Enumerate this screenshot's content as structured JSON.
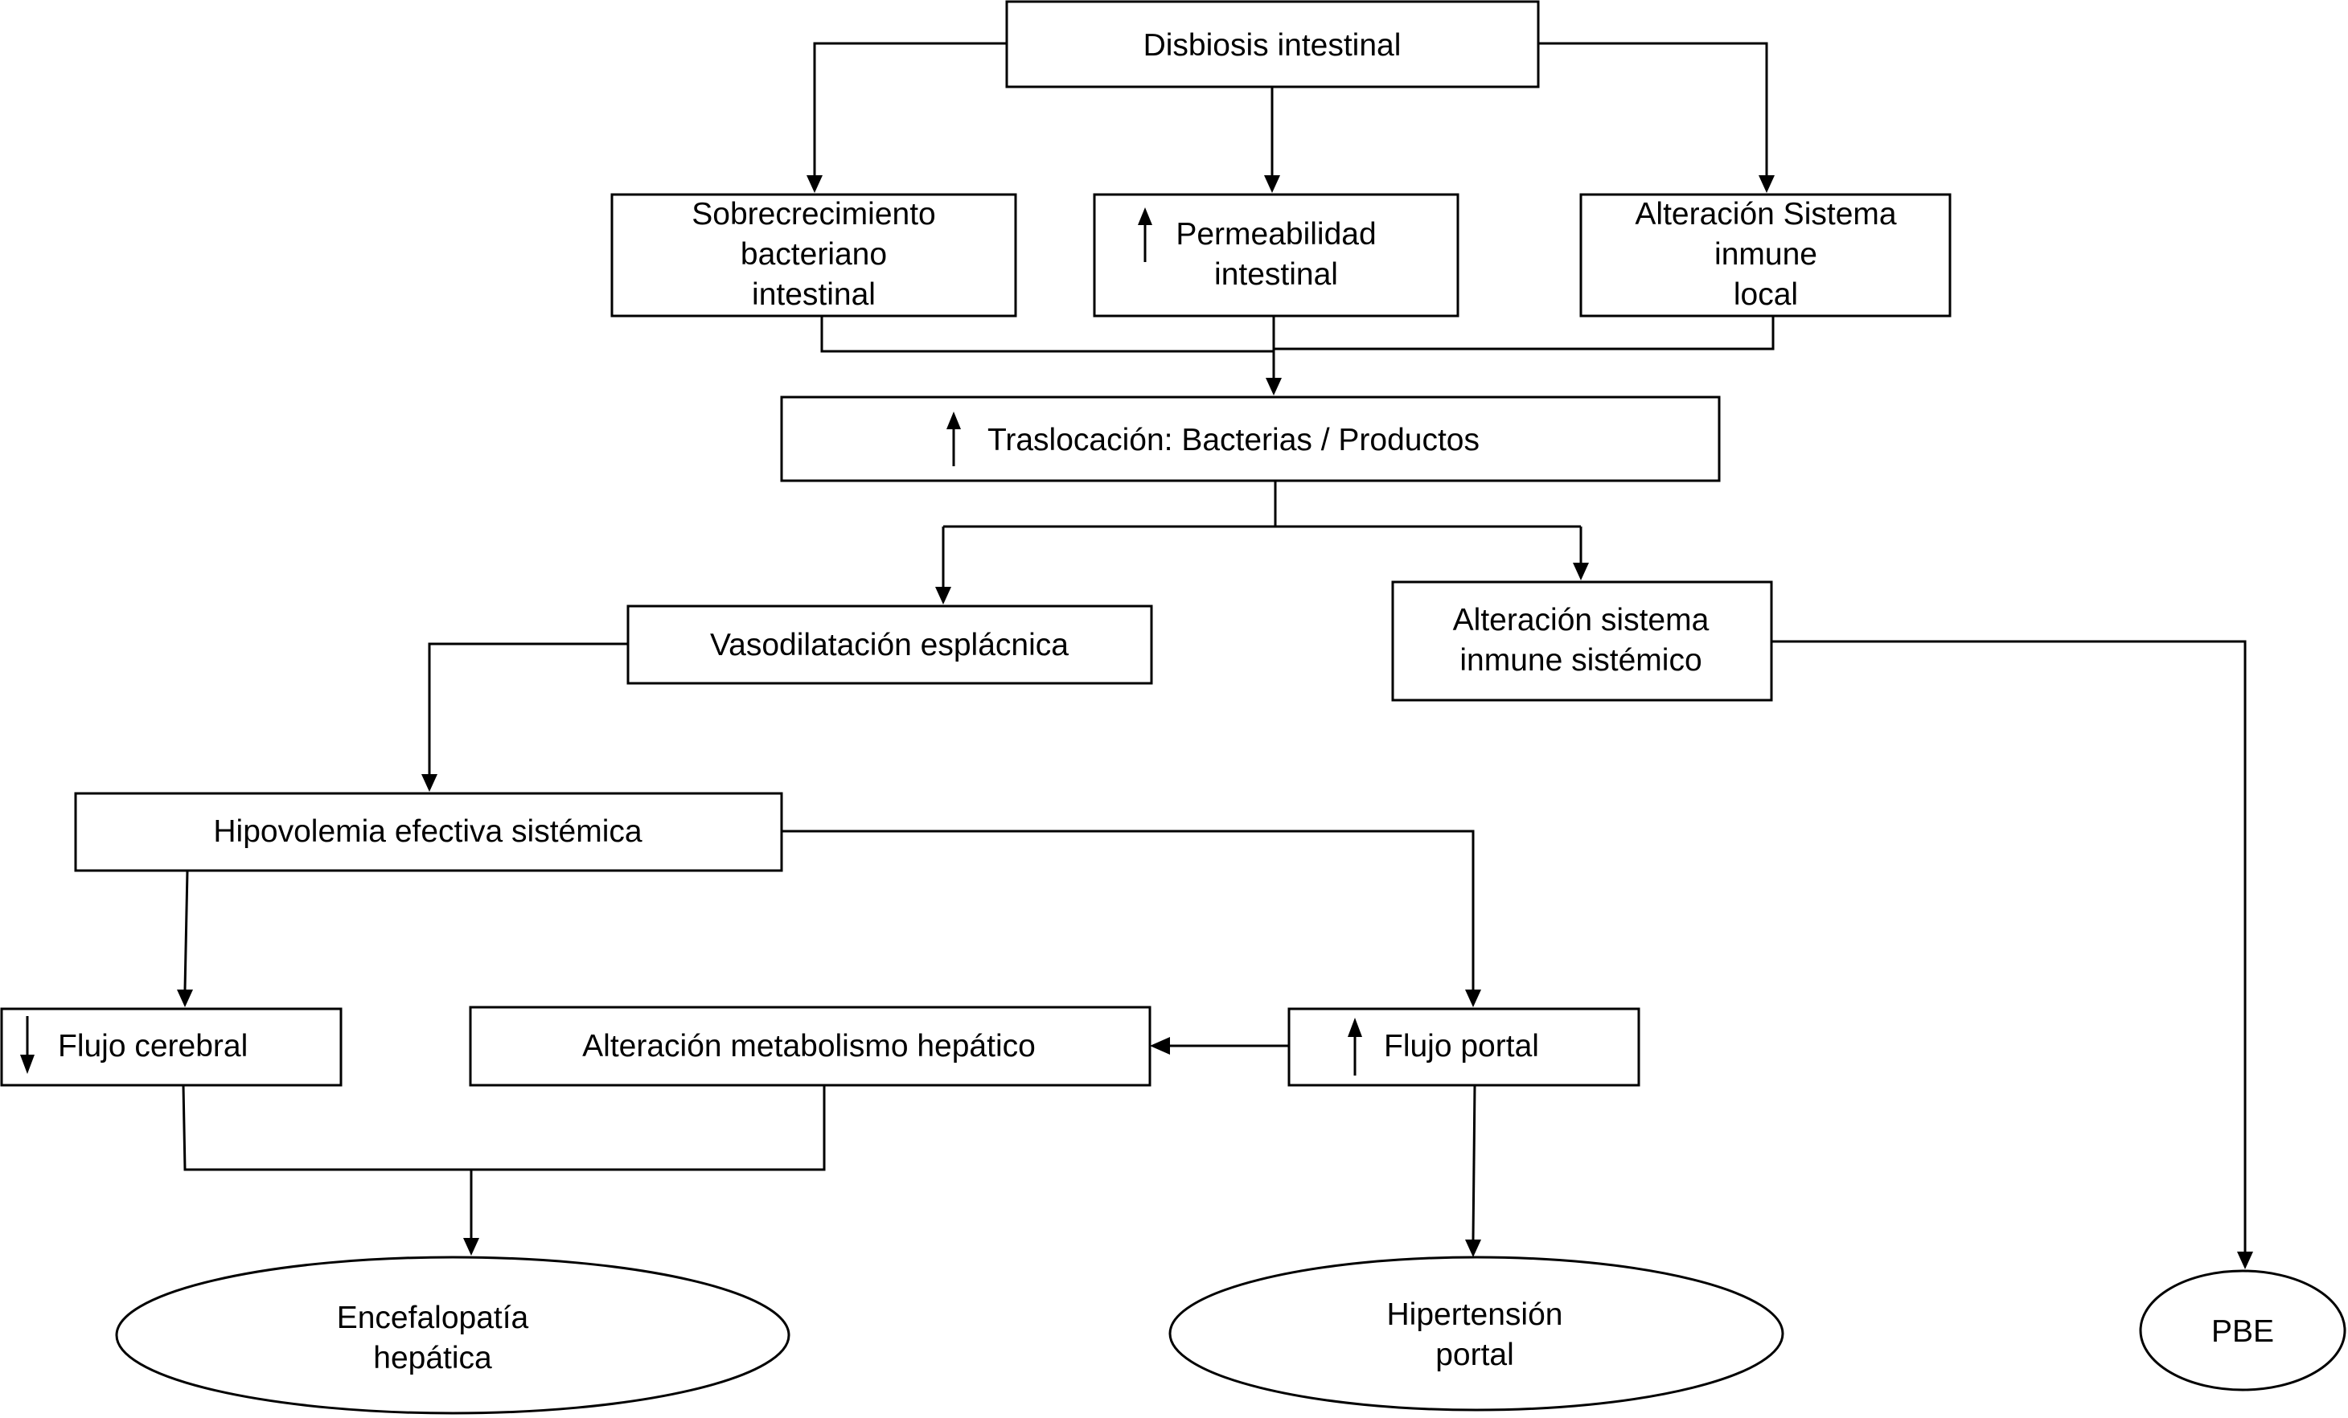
{
  "nodes": {
    "disbiosis": {
      "lines": [
        "Disbiosis intestinal"
      ]
    },
    "sobrecrecimiento": {
      "lines": [
        "Sobrecrecimiento",
        "bacteriano",
        "intestinal"
      ]
    },
    "permeabilidad": {
      "lines": [
        "Permeabilidad",
        "intestinal"
      ],
      "indicator": "up-arrow-icon"
    },
    "sistema_local": {
      "lines": [
        "Alteración Sistema",
        "inmune",
        "local"
      ]
    },
    "traslocacion": {
      "lines": [
        "Traslocación: Bacterias / Productos"
      ],
      "indicator": "up-arrow-icon"
    },
    "vasodilatacion": {
      "lines": [
        "Vasodilatación esplácnica"
      ]
    },
    "sistema_sistemico": {
      "lines": [
        "Alteración sistema",
        "inmune sistémico"
      ]
    },
    "hipovolemia": {
      "lines": [
        "Hipovolemia efectiva sistémica"
      ]
    },
    "flujo_cerebral": {
      "lines": [
        "Flujo cerebral"
      ],
      "indicator": "down-arrow-icon"
    },
    "metabolismo": {
      "lines": [
        "Alteración metabolismo hepático"
      ]
    },
    "flujo_portal": {
      "lines": [
        "Flujo portal"
      ],
      "indicator": "up-arrow-icon"
    },
    "encefalopatia": {
      "lines": [
        "Encefalopatía",
        "hepática"
      ]
    },
    "hipertension": {
      "lines": [
        "Hipertensión",
        "portal"
      ]
    },
    "pbe": {
      "lines": [
        "PBE"
      ]
    }
  },
  "colors": {
    "stroke": "#000000",
    "fill": "#ffffff",
    "text": "#000000"
  }
}
